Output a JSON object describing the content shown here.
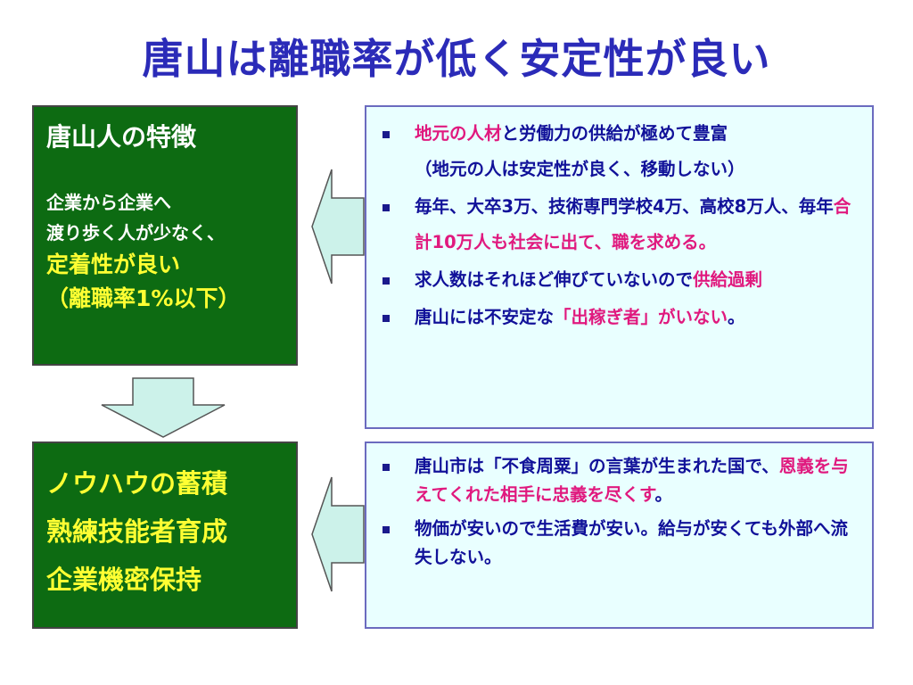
{
  "title": "唐山は離職率が低く安定性が良い",
  "box1": {
    "heading": "唐山人の特徴",
    "line1": "企業から企業へ",
    "line2": "渡り歩く人が少なく、",
    "line3": "定着性が良い",
    "line4": "（離職率1%以下）"
  },
  "box2": {
    "line1": "ノウハウの蓄積",
    "line2": "熟練技能者育成",
    "line3": "企業機密保持"
  },
  "list1": [
    {
      "a": "地元の人材",
      "b": "と労働力の供給が極めて豊富",
      "c": "（地元の人は安定性が良く、移動しない）"
    },
    {
      "a": "毎年、大卒3万、技術専門学校4万、高校8万人、毎年",
      "b": "合計10万人も社会に出て、職を求める。"
    },
    {
      "a": "求人数はそれほど伸びていないので",
      "b": "供給過剰"
    },
    {
      "a": "唐山には不安定な",
      "b": "「出稼ぎ者」",
      "c": "がいない",
      "d": "。"
    }
  ],
  "list2": [
    {
      "a": "唐山市は「不食周粟」の言葉が生まれた国で、",
      "b": "恩義を与えてくれた相手に忠義を尽くす",
      "c": "。"
    },
    {
      "a": "物価が安いので生活費が安い。給与が安くても外部へ流失しない。"
    }
  ],
  "colors": {
    "title": "#2b2bb8",
    "green_box": "#0d6b12",
    "highlight_yellow": "#ffff33",
    "cyan_box": "#e9ffff",
    "text_navy": "#111199",
    "highlight_pink": "#e0197e",
    "arrow_fill": "#ccf2ea"
  },
  "icons": [
    "left-arrow-icon",
    "down-arrow-icon",
    "bullet-square-icon"
  ]
}
